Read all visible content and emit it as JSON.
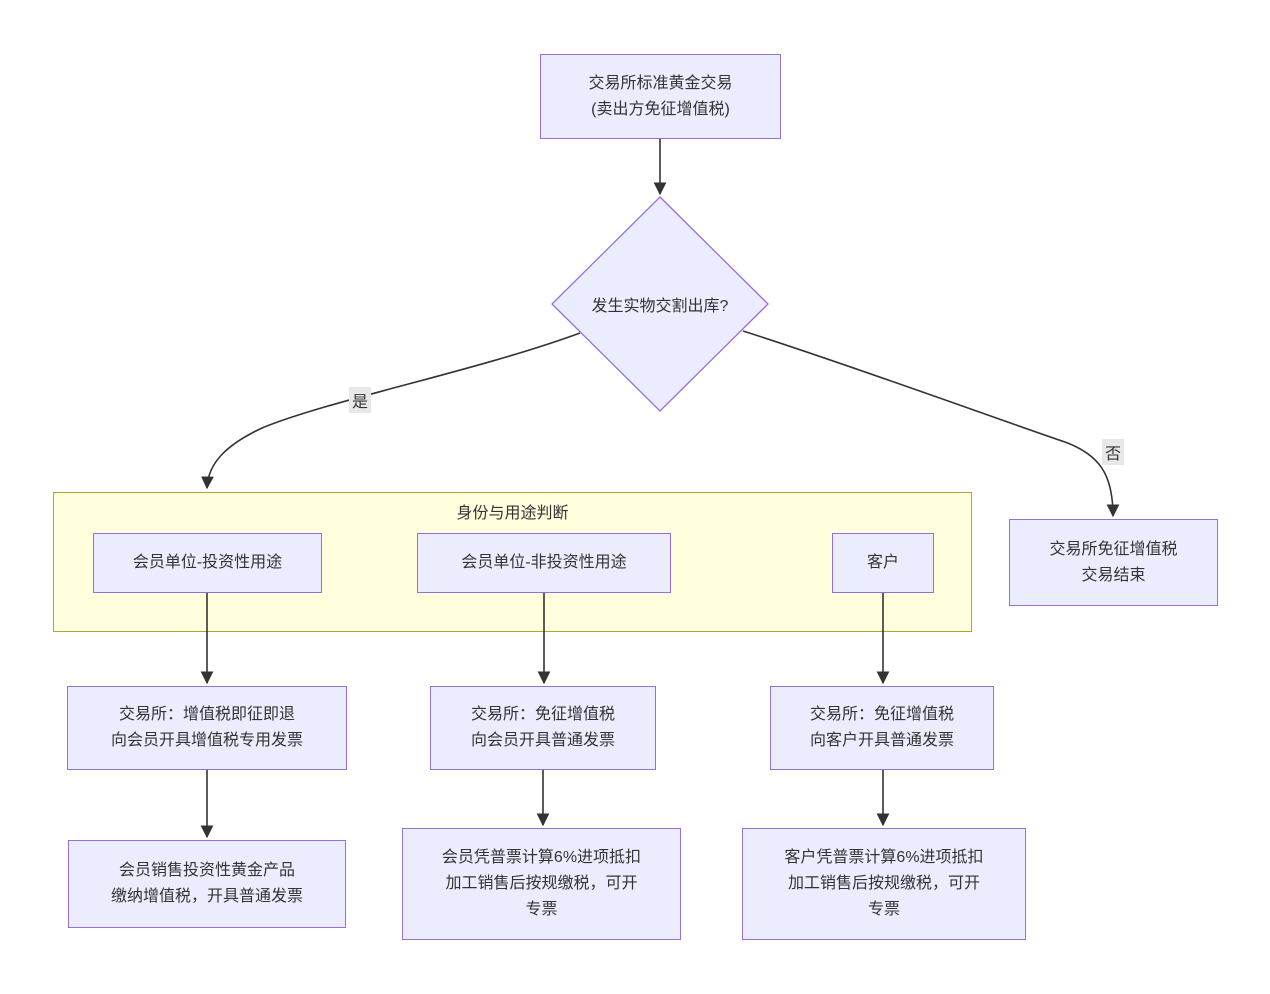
{
  "colors": {
    "node_fill": "#ECECFF",
    "node_border": "#9370DB",
    "subgraph_fill": "#FFFFDE",
    "subgraph_border": "#AAAA33",
    "edge_line": "#333333",
    "edge_label_bg": "#E8E8E8",
    "text": "#333333"
  },
  "nodes": {
    "start": {
      "lines": [
        "交易所标准黄金交易",
        "(卖出方免征增值税)"
      ]
    },
    "decision": {
      "label": "发生实物交割出库?"
    },
    "member_invest": {
      "lines": [
        "会员单位-投资性用途"
      ]
    },
    "member_noninvest": {
      "lines": [
        "会员单位-非投资性用途"
      ]
    },
    "customer": {
      "lines": [
        "客户"
      ]
    },
    "no_end": {
      "lines": [
        "交易所免征增值税",
        "交易结束"
      ]
    },
    "invest_exchange": {
      "lines": [
        "交易所：增值税即征即退",
        "向会员开具增值税专用发票"
      ]
    },
    "noninvest_exchange": {
      "lines": [
        "交易所：免征增值税",
        "向会员开具普通发票"
      ]
    },
    "customer_exchange": {
      "lines": [
        "交易所：免征增值税",
        "向客户开具普通发票"
      ]
    },
    "invest_result": {
      "lines": [
        "会员销售投资性黄金产品",
        "缴纳增值税，开具普通发票"
      ]
    },
    "noninvest_result": {
      "lines": [
        "会员凭普票计算6%进项抵扣",
        "加工销售后按规缴税，可开",
        "专票"
      ]
    },
    "customer_result": {
      "lines": [
        "客户凭普票计算6%进项抵扣",
        "加工销售后按规缴税，可开",
        "专票"
      ]
    }
  },
  "subgraph": {
    "title": "身份与用途判断"
  },
  "edge_labels": {
    "yes": "是",
    "no": "否"
  },
  "edges": [
    {
      "from": "start",
      "to": "decision",
      "label": ""
    },
    {
      "from": "decision",
      "to": "subgraph",
      "label": "是"
    },
    {
      "from": "decision",
      "to": "no_end",
      "label": "否"
    },
    {
      "from": "member_invest",
      "to": "invest_exchange",
      "label": ""
    },
    {
      "from": "member_noninvest",
      "to": "noninvest_exchange",
      "label": ""
    },
    {
      "from": "customer",
      "to": "customer_exchange",
      "label": ""
    },
    {
      "from": "invest_exchange",
      "to": "invest_result",
      "label": ""
    },
    {
      "from": "noninvest_exchange",
      "to": "noninvest_result",
      "label": ""
    },
    {
      "from": "customer_exchange",
      "to": "customer_result",
      "label": ""
    }
  ]
}
